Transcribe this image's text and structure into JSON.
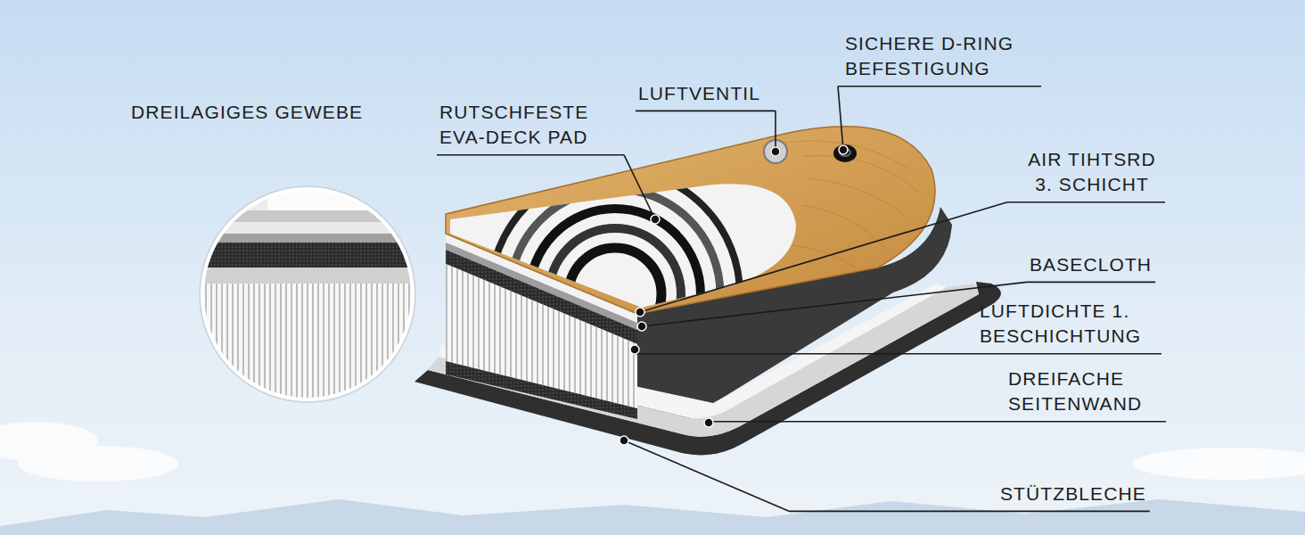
{
  "diagram": {
    "labels": [
      "DREILAGIGES GEWEBE",
      "RUTSCHFESTE EVA-DECK PAD",
      "LUFTVENTIL",
      "SICHERE D-RING BEFESTIGUNG",
      "AIR TIHTSRD 3. SCHICHT",
      "BASECLOTH",
      "LUFTDICHTE 1. BESCHICHTUNG",
      "DREIFACHE SEITENWAND",
      "STÜTZBLECHE"
    ]
  }
}
